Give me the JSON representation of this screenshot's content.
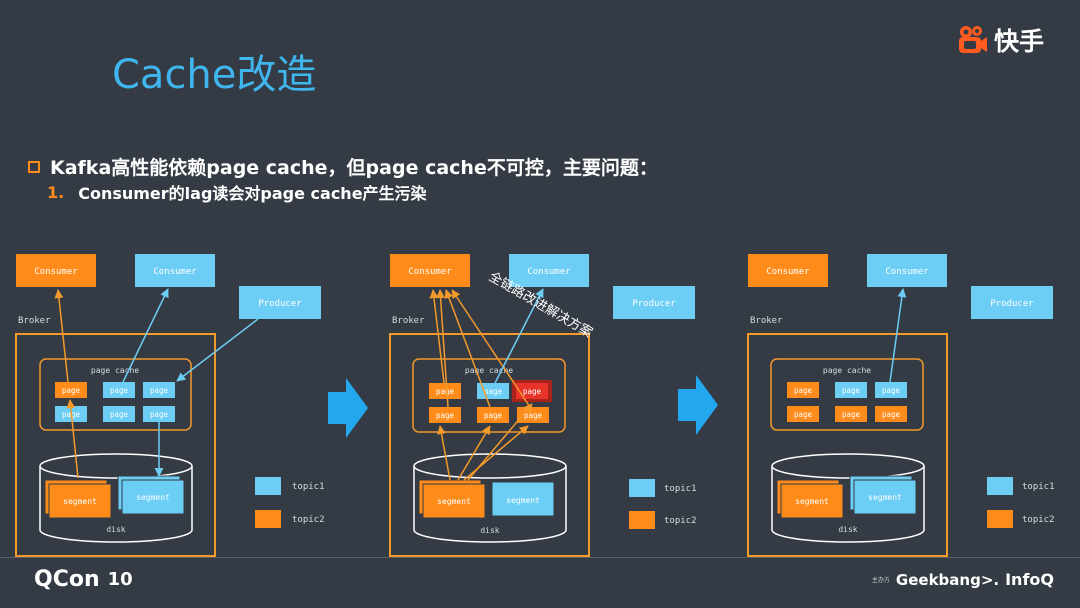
{
  "slide": {
    "title": "Cache改造",
    "brand_name": "快手",
    "bullet_main": "Kafka高性能依赖page cache，但page cache不可控，主要问题：",
    "bullet_sub_num": "1.",
    "bullet_sub_text": "Consumer的lag读会对page cache产生污染"
  },
  "diagram": {
    "consumer_label": "Consumer",
    "producer_label": "Producer",
    "broker_label": "Broker",
    "page_cache_label": "page cache",
    "page_label": "page",
    "segment_label": "segment",
    "disk_label": "disk",
    "legend": {
      "topic1": "topic1",
      "topic2": "topic2"
    },
    "annotation": "全链路改进解决方案",
    "colors": {
      "topic1": "#6ccdf5",
      "topic2": "#ff8c1a",
      "border": "#f39a2b",
      "polluted": "#e8332a"
    }
  },
  "footer": {
    "left": "QCon",
    "left_mark": "10",
    "right_small": "主办方",
    "right_geek": "Geekbang>.",
    "right_info": "InfoQ"
  }
}
